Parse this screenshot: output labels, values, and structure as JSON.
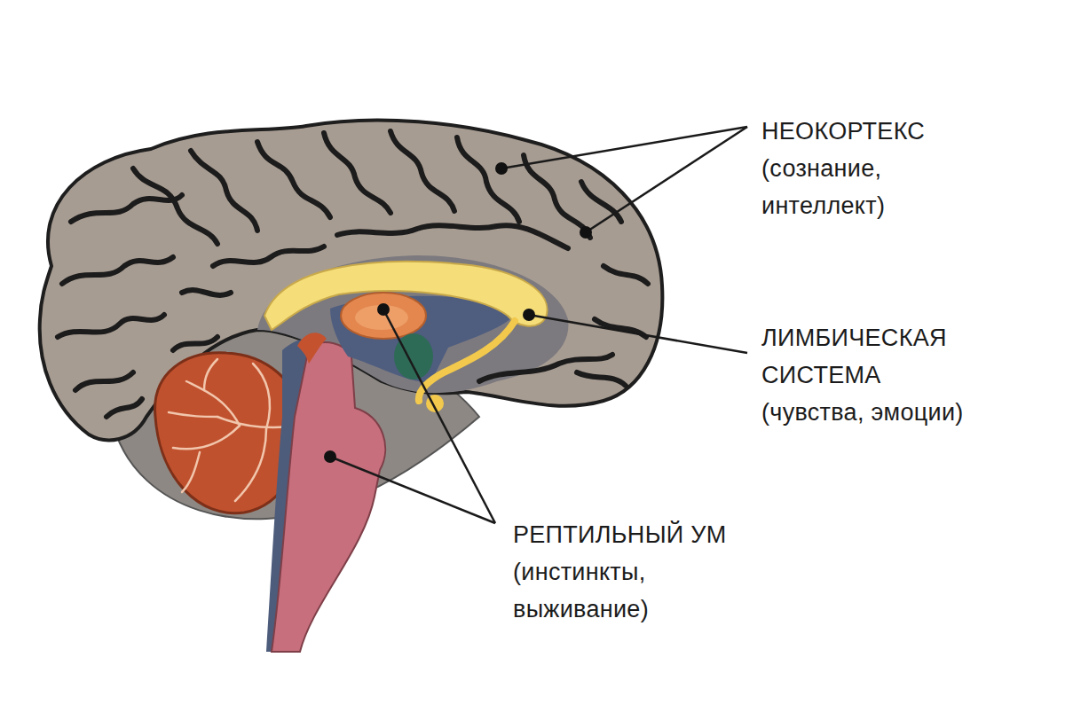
{
  "diagram": {
    "labels": [
      "НЕОКОРТЕКС",
      "(сознание, интеллект)",
      "ЛИМБИЧЕСКАЯ СИСТЕМА",
      "(чувства, эмоции)",
      "РЕПТИЛЬНЫЙ УМ",
      "(инстинкты, выживание)"
    ]
  }
}
